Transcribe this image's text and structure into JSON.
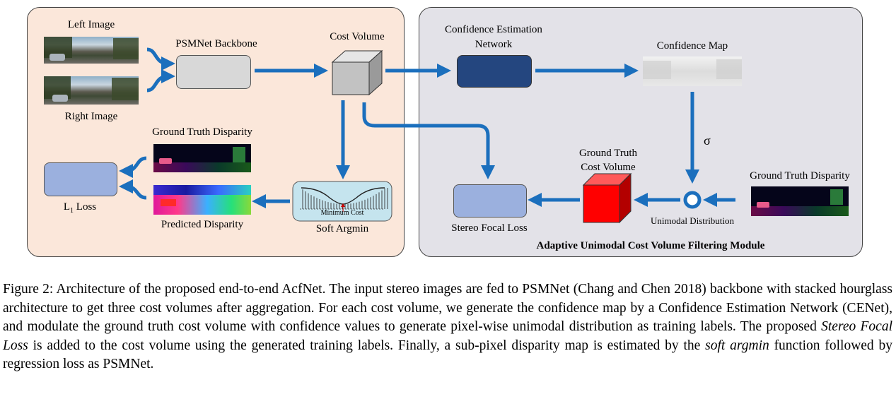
{
  "left_panel": {
    "left_image_label": "Left Image",
    "right_image_label": "Right Image",
    "backbone_label": "PSMNet Backbone",
    "cost_volume_label": "Cost Volume",
    "gt_disparity_label": "Ground Truth Disparity",
    "loss_label_main": "L",
    "loss_label_sub": "1",
    "loss_label_rest": " Loss",
    "predicted_disparity_label": "Predicted Disparity",
    "soft_argmin_label": "Soft Argmin",
    "minimum_cost_label": "Minimum Cost"
  },
  "right_panel": {
    "cenet_label_line1": "Confidence Estimation",
    "cenet_label_line2": "Network",
    "confidence_map_label": "Confidence Map",
    "sigma_label": "σ",
    "gt_cost_volume_line1": "Ground Truth",
    "gt_cost_volume_line2": "Cost Volume",
    "gt_disparity_label": "Ground Truth Disparity",
    "unimodal_label": "Unimodal Distribution",
    "stereo_focal_loss_label": "Stereo Focal Loss",
    "module_title": "Adaptive Unimodal Cost Volume Filtering Module"
  },
  "caption": {
    "part1": "Figure 2: Architecture of the proposed end-to-end AcfNet. The input stereo images are fed to PSMNet (Chang and Chen 2018) backbone with stacked hourglass architecture to get three cost volumes after aggregation. For each cost volume, we generate the confidence map by a Confidence Estimation Network (CENet), and modulate the ground truth cost volume with confidence values to generate pixel-wise unimodal distribution as training labels. The proposed ",
    "italic1": "Stereo Focal Loss",
    "part2": " is added to the cost volume using the generated training labels. Finally, a sub-pixel disparity map is estimated by the ",
    "italic2": "soft argmin",
    "part3": " function followed by regression loss as PSMNet."
  },
  "colors": {
    "arrow": "#1b6fbd",
    "left_panel_bg": "#fbe7da",
    "right_panel_bg": "#e3e2e8",
    "backbone_box": "#d8d8d8",
    "loss_box": "#9bb0de",
    "cenet_box": "#24467f",
    "gt_cost_volume": "#ff0000"
  }
}
